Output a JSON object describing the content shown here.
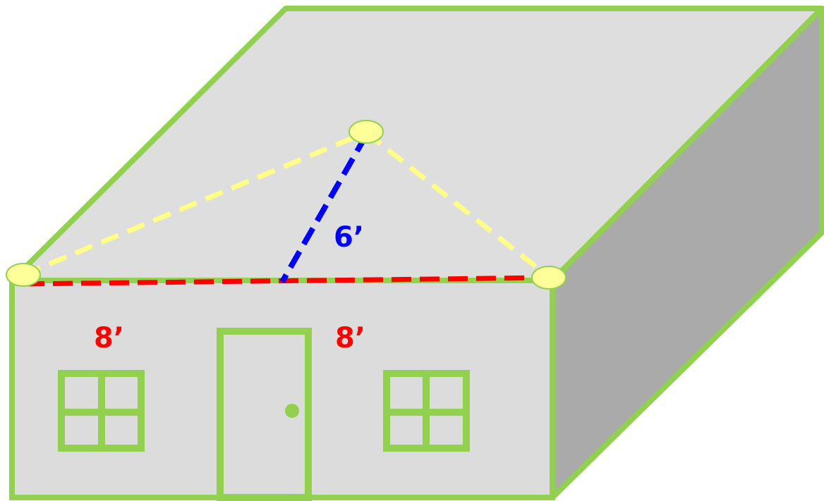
{
  "labels": {
    "height": "6’",
    "left_half": "8’",
    "right_half": "8’"
  },
  "colors": {
    "outline": "#92d050",
    "roof_fill": "#dedede",
    "front_fill": "#dcdcdc",
    "side_fill": "#aaaaaa",
    "base_line": "#ff0000",
    "height_line": "#0000ff",
    "triangle_line": "#ffff88",
    "vertex_fill": "#ffff99",
    "height_text": "#0000ff",
    "half_text": "#ff0000"
  }
}
